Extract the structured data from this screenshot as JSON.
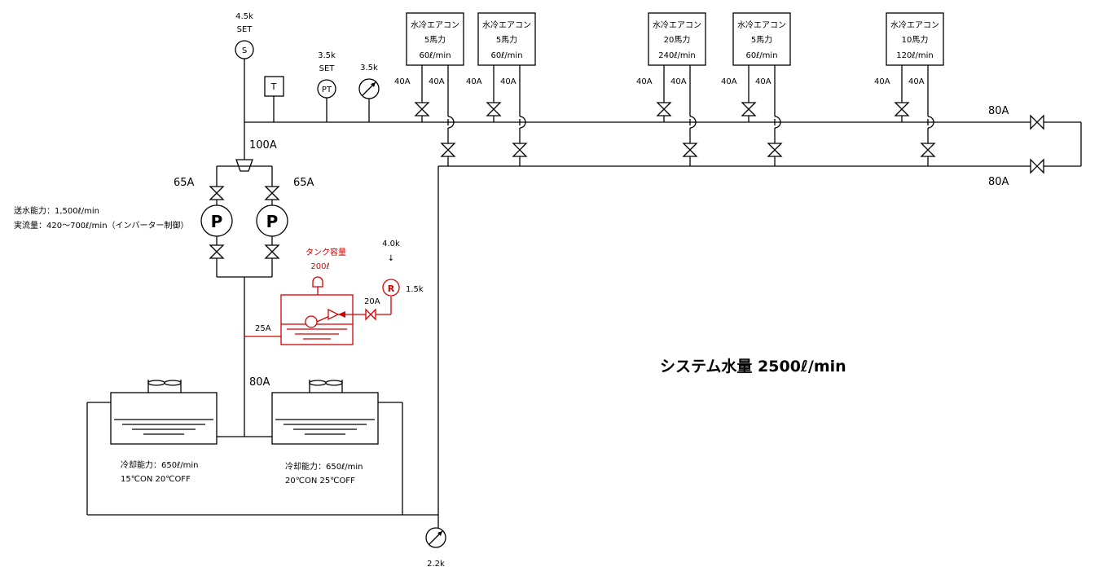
{
  "units": [
    {
      "name": "水冷エアコン",
      "power": "5馬力",
      "flow": "60ℓ/min",
      "pipe_left": "40A",
      "pipe_right": "40A"
    },
    {
      "name": "水冷エアコン",
      "power": "5馬力",
      "flow": "60ℓ/min",
      "pipe_left": "40A",
      "pipe_right": "40A"
    },
    {
      "name": "水冷エアコン",
      "power": "20馬力",
      "flow": "240ℓ/min",
      "pipe_left": "40A",
      "pipe_right": "40A"
    },
    {
      "name": "水冷エアコン",
      "power": "5馬力",
      "flow": "60ℓ/min",
      "pipe_left": "40A",
      "pipe_right": "40A"
    },
    {
      "name": "水冷エアコン",
      "power": "10馬力",
      "flow": "120ℓ/min",
      "pipe_left": "40A",
      "pipe_right": "40A"
    }
  ],
  "switch": {
    "pressure": "4.5k",
    "set": "SET",
    "symbol": "S"
  },
  "thermo": {
    "symbol": "T"
  },
  "pressure_transmitter": {
    "pressure": "3.5k",
    "set": "SET",
    "symbol": "PT"
  },
  "gauge_top": {
    "pressure": "3.5k"
  },
  "gauge_bottom": {
    "pressure": "2.2k"
  },
  "main_pipe": {
    "size": "100A"
  },
  "return_pipes": {
    "supply": "80A",
    "return": "80A"
  },
  "pumps": {
    "left_pipe": "65A",
    "right_pipe": "65A",
    "symbol": "P",
    "capacity": "送水能力：1,500ℓ/min",
    "actual": "実流量：420～700ℓ/min（インバーター制御）"
  },
  "tank": {
    "label": "タンク容量",
    "capacity": "200ℓ",
    "pipe": "25A",
    "fill_pipe": "20A"
  },
  "regulator": {
    "symbol": "R",
    "in_pressure": "4.0k",
    "arrow": "↓",
    "out_pressure": "1.5k"
  },
  "riser": {
    "size": "80A"
  },
  "towers": [
    {
      "capacity": "冷却能力：650ℓ/min",
      "setting": "15℃ON  20℃OFF"
    },
    {
      "capacity": "冷却能力：650ℓ/min",
      "setting": "20℃ON  25℃OFF"
    }
  ],
  "system_total": "システム水量  2500ℓ/min"
}
